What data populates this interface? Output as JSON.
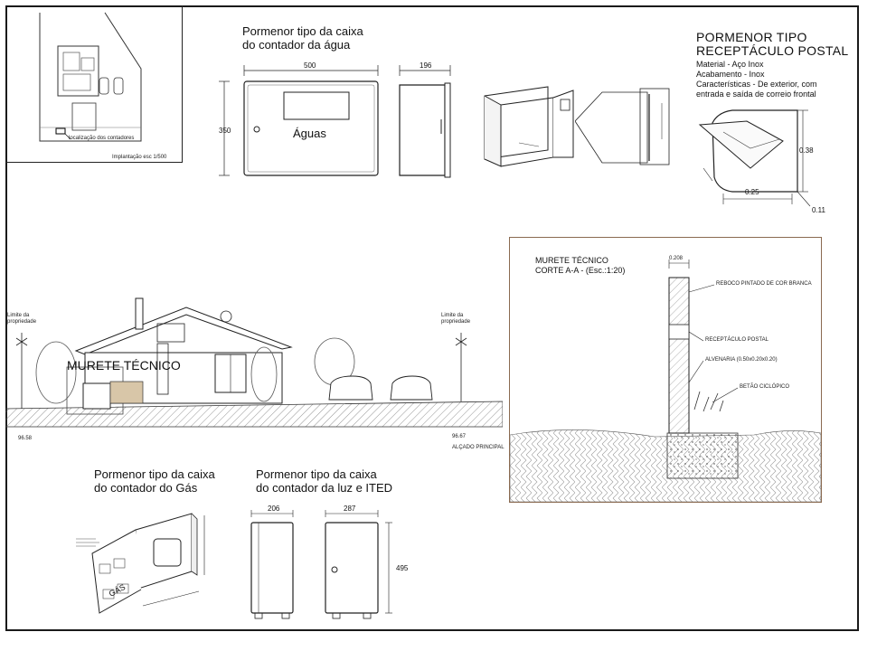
{
  "site_plan": {
    "meter_location_label": "localização dos contadores",
    "scale_label": "Implantação esc 1/500"
  },
  "water_box": {
    "title_line1": "Pormenor tipo da caixa",
    "title_line2": "do contador da água",
    "width_dim": "500",
    "height_dim": "350",
    "depth_dim": "196",
    "front_label": "Águas"
  },
  "postal": {
    "title_line1": "PORMENOR TIPO",
    "title_line2": "RECEPTÁCULO POSTAL",
    "material": "Material - Aço Inox",
    "finish": "Acabamento - Inox",
    "features_line1": "Características - De exterior, com",
    "features_line2": "entrada e saída de correio frontal",
    "dim_height": "0.38",
    "dim_width": "0.25",
    "dim_depth": "0.11"
  },
  "elevation": {
    "left_limit": "Limite da propriedade",
    "right_limit": "Limite da propriedade",
    "wall_label": "MURETE TÉCNICO",
    "left_level": "96.58",
    "right_level": "96.67",
    "caption": "ALÇADO PRINCIPAL"
  },
  "section": {
    "title_line1": "MURETE TÉCNICO",
    "title_line2": "CORTE A-A - (Esc.:1:20)",
    "top_dim": "0.208",
    "note_render": "REBOCO PINTADO DE COR BRANCA",
    "note_mailbox": "RECEPTÁCULO POSTAL",
    "note_masonry": "ALVENARIA (0.50x0.20x0.20)",
    "note_concrete": "BETÃO CICLÓPICO"
  },
  "gas_box": {
    "title_line1": "Pormenor tipo da caixa",
    "title_line2": "do contador do Gás",
    "door_label": "GÁS"
  },
  "electric_box": {
    "title_line1": "Pormenor tipo da caixa",
    "title_line2": "do contador da luz e ITED",
    "side_width": "206",
    "front_width": "287",
    "height": "495"
  }
}
